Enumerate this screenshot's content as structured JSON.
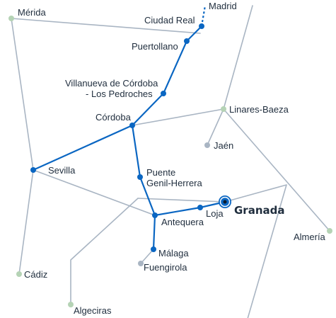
{
  "map": {
    "destination": {
      "name": "Granada",
      "is_terminus": true
    },
    "stations_on_route": [
      {
        "id": "madrid",
        "label": "Madrid"
      },
      {
        "id": "ciudad-real",
        "label": "Ciudad Real"
      },
      {
        "id": "puertollano",
        "label": "Puertollano"
      },
      {
        "id": "villanueva",
        "label_line1": "Villanueva de Córdoba",
        "label_line2": "- Los Pedroches"
      },
      {
        "id": "cordoba",
        "label": "Córdoba"
      },
      {
        "id": "sevilla",
        "label": "Sevilla"
      },
      {
        "id": "puente-genil",
        "label_line1": "Puente",
        "label_line2": "Genil-Herrera"
      },
      {
        "id": "antequera",
        "label": "Antequera"
      },
      {
        "id": "loja",
        "label": "Loja"
      },
      {
        "id": "malaga",
        "label": "Málaga"
      }
    ],
    "other_stations": [
      {
        "id": "merida",
        "label": "Mérida"
      },
      {
        "id": "linares",
        "label": "Linares-Baeza"
      },
      {
        "id": "jaen",
        "label": "Jaén"
      },
      {
        "id": "almeria",
        "label": "Almería"
      },
      {
        "id": "cadiz",
        "label": "Cádiz"
      },
      {
        "id": "fuengirola",
        "label": "Fuengirola"
      },
      {
        "id": "algeciras",
        "label": "Algeciras"
      }
    ],
    "colors": {
      "route": "#0a66c2",
      "network": "#a9b5c3",
      "endpoint_stations": "#b5d3b5",
      "text": "#1f2d3d"
    }
  }
}
